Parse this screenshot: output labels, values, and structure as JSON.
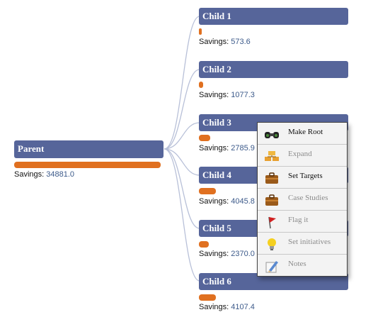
{
  "parent": {
    "title": "Parent",
    "savings_label": "Savings:",
    "savings_value": "34881.0"
  },
  "children": [
    {
      "title": "Child 1",
      "savings_label": "Savings:",
      "savings_value": "573.6"
    },
    {
      "title": "Child 2",
      "savings_label": "Savings:",
      "savings_value": "1077.3"
    },
    {
      "title": "Child 3",
      "savings_label": "Savings:",
      "savings_value": "2785.9"
    },
    {
      "title": "Child 4",
      "savings_label": "Savings:",
      "savings_value": "4045.8"
    },
    {
      "title": "Child 5",
      "savings_label": "Savings:",
      "savings_value": "2370.0"
    },
    {
      "title": "Child 6",
      "savings_label": "Savings:",
      "savings_value": "4107.4"
    }
  ],
  "context_menu": {
    "items": [
      {
        "label": "Make Root",
        "icon": "binoculars-icon",
        "enabled": true
      },
      {
        "label": "Expand",
        "icon": "expand-icon",
        "enabled": false
      },
      {
        "label": "Set Targets",
        "icon": "briefcase-icon",
        "enabled": true
      },
      {
        "label": "Case Studies",
        "icon": "briefcase-icon",
        "enabled": false
      },
      {
        "label": "Flag it",
        "icon": "flag-icon",
        "enabled": false
      },
      {
        "label": "Set initiatives",
        "icon": "lightbulb-icon",
        "enabled": false
      },
      {
        "label": "Notes",
        "icon": "notes-icon",
        "enabled": false
      }
    ]
  },
  "colors": {
    "node": "#56659a",
    "bar": "#e07020",
    "value_text": "#3c5a8a",
    "link": "#b8c0d8"
  }
}
